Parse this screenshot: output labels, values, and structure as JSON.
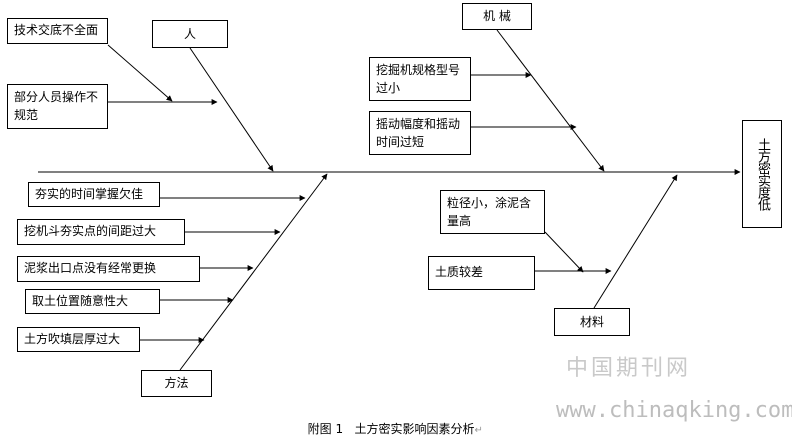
{
  "effect": "土方密实度低",
  "categories": {
    "people": "人",
    "machine": "机 械",
    "method": "方法",
    "material": "材料"
  },
  "causes": {
    "people": [
      "技术交底不全面",
      "部分人员操作不规范"
    ],
    "machine": [
      "挖掘机规格型号过小",
      "摇动幅度和摇动时间过短"
    ],
    "method": [
      "夯实的时间掌握欠佳",
      "挖机斗夯实点的间距过大",
      "泥浆出口点没有经常更换",
      "取土位置随意性大",
      "土方吹填层厚过大"
    ],
    "material": [
      "粒径小，涂泥含量高",
      "土质较差"
    ]
  },
  "caption": "附图 1   土方密实影响因素分析",
  "watermark": {
    "cn": "中国期刊网",
    "url": "www.chinaqking.com"
  }
}
